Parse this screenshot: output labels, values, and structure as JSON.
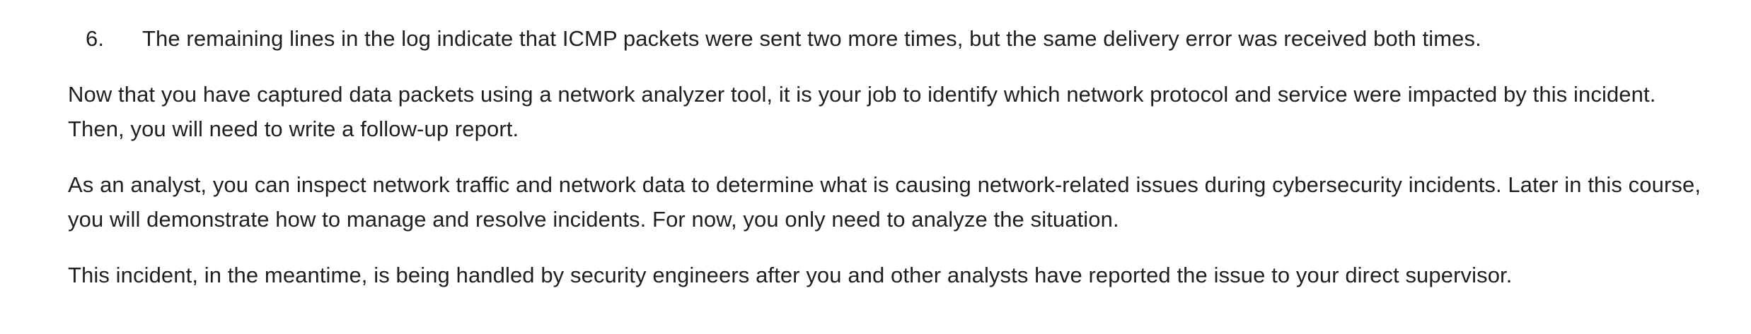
{
  "list_item": {
    "number": "6.",
    "text": "The remaining lines in the log indicate that ICMP packets were sent two more times, but the same delivery error was received both times."
  },
  "paragraphs": [
    "Now that you have captured data packets using a network analyzer tool, it is your job to identify which network protocol and service were impacted by this incident. Then, you will need to write a follow-up report.",
    "As an analyst, you can inspect network traffic and network data to determine what is causing network-related issues during cybersecurity incidents. Later in this course, you will demonstrate how to manage and resolve incidents. For now, you only need to analyze the situation.",
    "This incident, in the meantime, is being handled by security engineers after you and other analysts have reported the issue to your direct supervisor."
  ]
}
